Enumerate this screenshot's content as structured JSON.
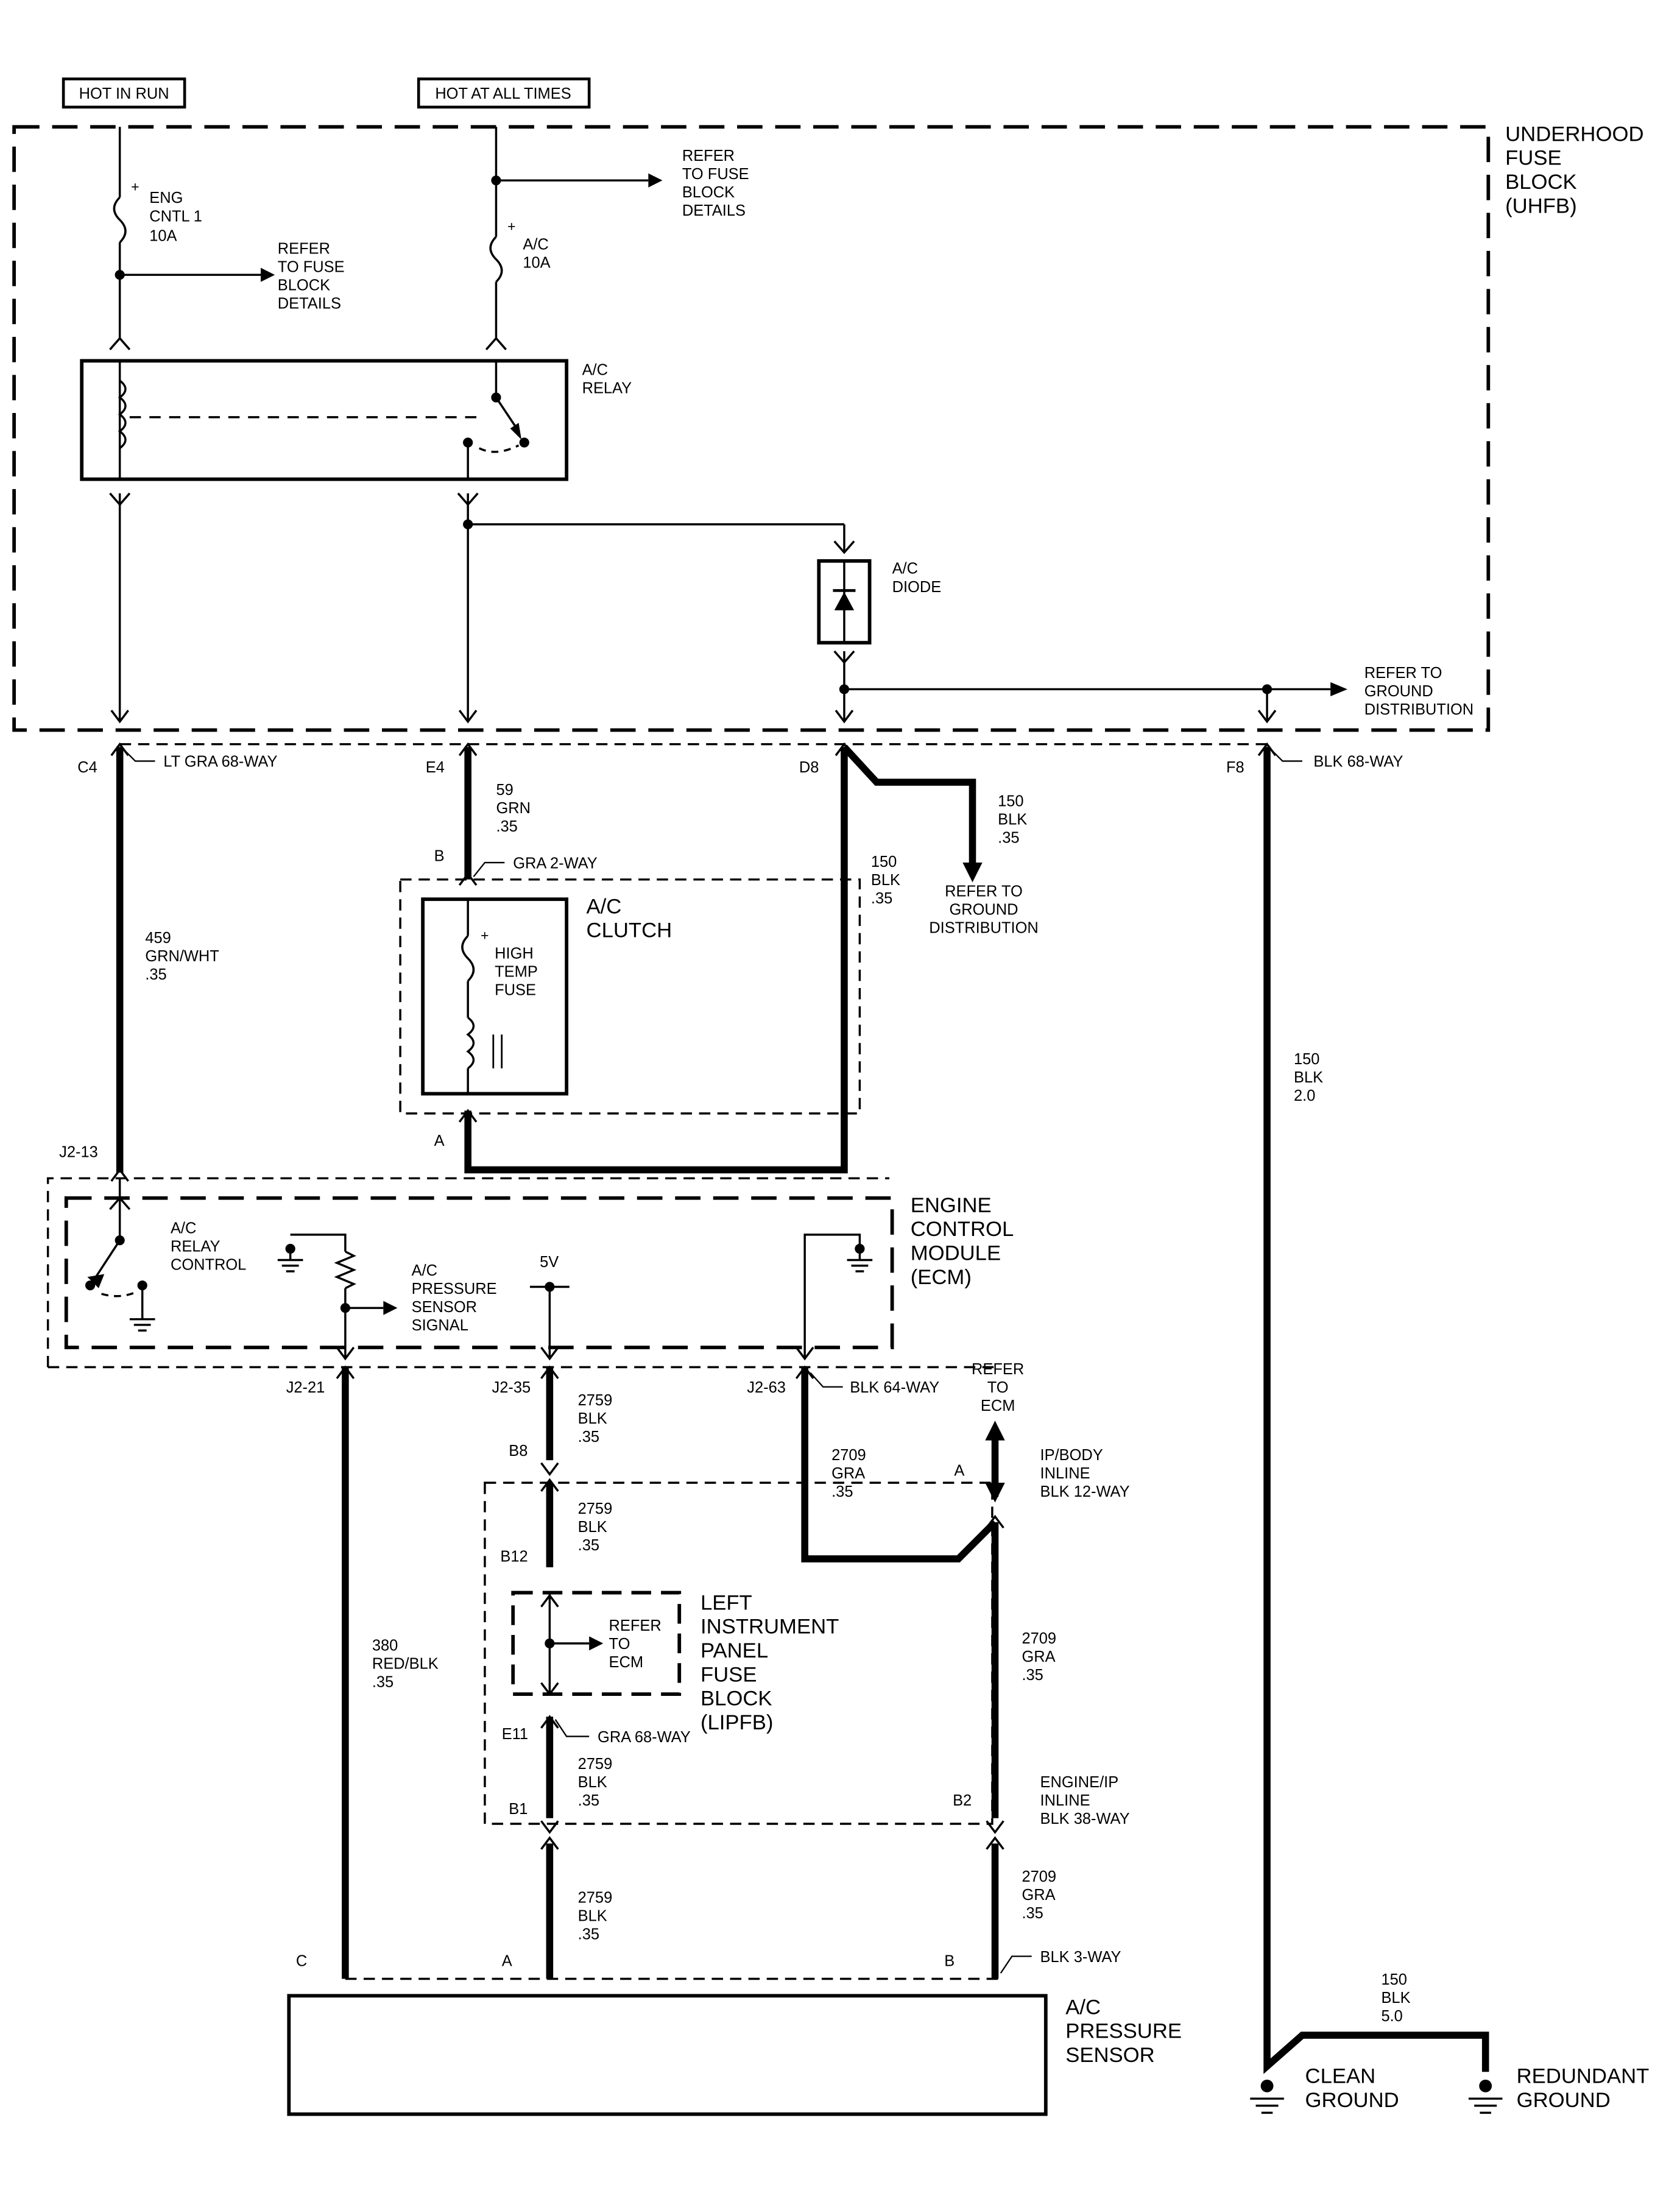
{
  "power_sources": {
    "hot_in_run": "HOT IN RUN",
    "hot_at_all_times": "HOT AT ALL TIMES"
  },
  "uhfb": {
    "title_lines": [
      "UNDERHOOD",
      "FUSE",
      "BLOCK",
      "(UHFB)"
    ],
    "fuse_eng": {
      "symbol": "+",
      "lines": [
        "ENG",
        "CNTL 1",
        "10A"
      ]
    },
    "fuse_ac": {
      "symbol": "+",
      "lines": [
        "A/C",
        "10A"
      ]
    },
    "refer_fuse_block_1": [
      "REFER",
      "TO FUSE",
      "BLOCK",
      "DETAILS"
    ],
    "refer_fuse_block_2": [
      "REFER",
      "TO FUSE",
      "BLOCK",
      "DETAILS"
    ],
    "ac_relay": [
      "A/C",
      "RELAY"
    ],
    "ac_diode": [
      "A/C",
      "DIODE"
    ],
    "refer_ground": [
      "REFER TO",
      "GROUND",
      "DISTRIBUTION"
    ]
  },
  "connectors": {
    "c4": "C4",
    "c4_desc": "LT GRA 68-WAY",
    "e4": "E4",
    "d8": "D8",
    "f8": "F8",
    "f8_desc": "BLK 68-WAY",
    "clutch_b": "B",
    "clutch_b_desc": "GRA 2-WAY",
    "clutch_a": "A",
    "j2_13": "J2-13",
    "j2_21": "J2-21",
    "j2_35": "J2-35",
    "j2_63": "J2-63",
    "j2_63_desc": "BLK 64-WAY",
    "b8": "B8",
    "b12": "B12",
    "e11": "E11",
    "e11_desc": "GRA 68-WAY",
    "b1": "B1",
    "b2": "B2",
    "ipbody_a": "A",
    "ipbody_desc": [
      "IP/BODY",
      "INLINE",
      "BLK 12-WAY"
    ],
    "engip_desc": [
      "ENGINE/IP",
      "INLINE",
      "BLK 38-WAY"
    ],
    "sensor_c": "C",
    "sensor_a": "A",
    "sensor_b": "B",
    "sensor_desc": "BLK 3-WAY"
  },
  "wires": {
    "w459": [
      "459",
      "GRN/WHT",
      ".35"
    ],
    "w59": [
      "59",
      "GRN",
      ".35"
    ],
    "w150_d8_left": [
      "150",
      "BLK",
      ".35"
    ],
    "w150_d8_right": [
      "150",
      "BLK",
      ".35"
    ],
    "w150_f8": [
      "150",
      "BLK",
      "2.0"
    ],
    "w150_ground": [
      "150",
      "BLK",
      "5.0"
    ],
    "w380": [
      "380",
      "RED/BLK",
      ".35"
    ],
    "w2759_1": [
      "2759",
      "BLK",
      ".35"
    ],
    "w2759_2": [
      "2759",
      "BLK",
      ".35"
    ],
    "w2759_3": [
      "2759",
      "BLK",
      ".35"
    ],
    "w2759_4": [
      "2759",
      "BLK",
      ".35"
    ],
    "w2709_1": [
      "2709",
      "GRA",
      ".35"
    ],
    "w2709_2": [
      "2709",
      "GRA",
      ".35"
    ],
    "w2709_3": [
      "2709",
      "GRA",
      ".35"
    ]
  },
  "refer_ground_d8": [
    "REFER TO",
    "GROUND",
    "DISTRIBUTION"
  ],
  "ac_clutch": {
    "title_lines": [
      "A/C",
      "CLUTCH"
    ],
    "fuse_symbol": "+",
    "fuse_lines": [
      "HIGH",
      "TEMP",
      "FUSE"
    ]
  },
  "ecm": {
    "title_lines": [
      "ENGINE",
      "CONTROL",
      "MODULE",
      "(ECM)"
    ],
    "relay_control": [
      "A/C",
      "RELAY",
      "CONTROL"
    ],
    "pressure_signal": [
      "A/C",
      "PRESSURE",
      "SENSOR",
      "SIGNAL"
    ],
    "five_v": "5V"
  },
  "refer_ecm_top": [
    "REFER",
    "TO",
    "ECM"
  ],
  "lipfb": {
    "title_lines": [
      "LEFT",
      "INSTRUMENT",
      "PANEL",
      "FUSE",
      "BLOCK",
      "(LIPFB)"
    ],
    "refer_ecm": [
      "REFER",
      "TO",
      "ECM"
    ]
  },
  "sensor": {
    "title_lines": [
      "A/C",
      "PRESSURE",
      "SENSOR"
    ]
  },
  "grounds": {
    "clean": [
      "CLEAN",
      "GROUND"
    ],
    "redundant": [
      "REDUNDANT",
      "GROUND"
    ]
  }
}
